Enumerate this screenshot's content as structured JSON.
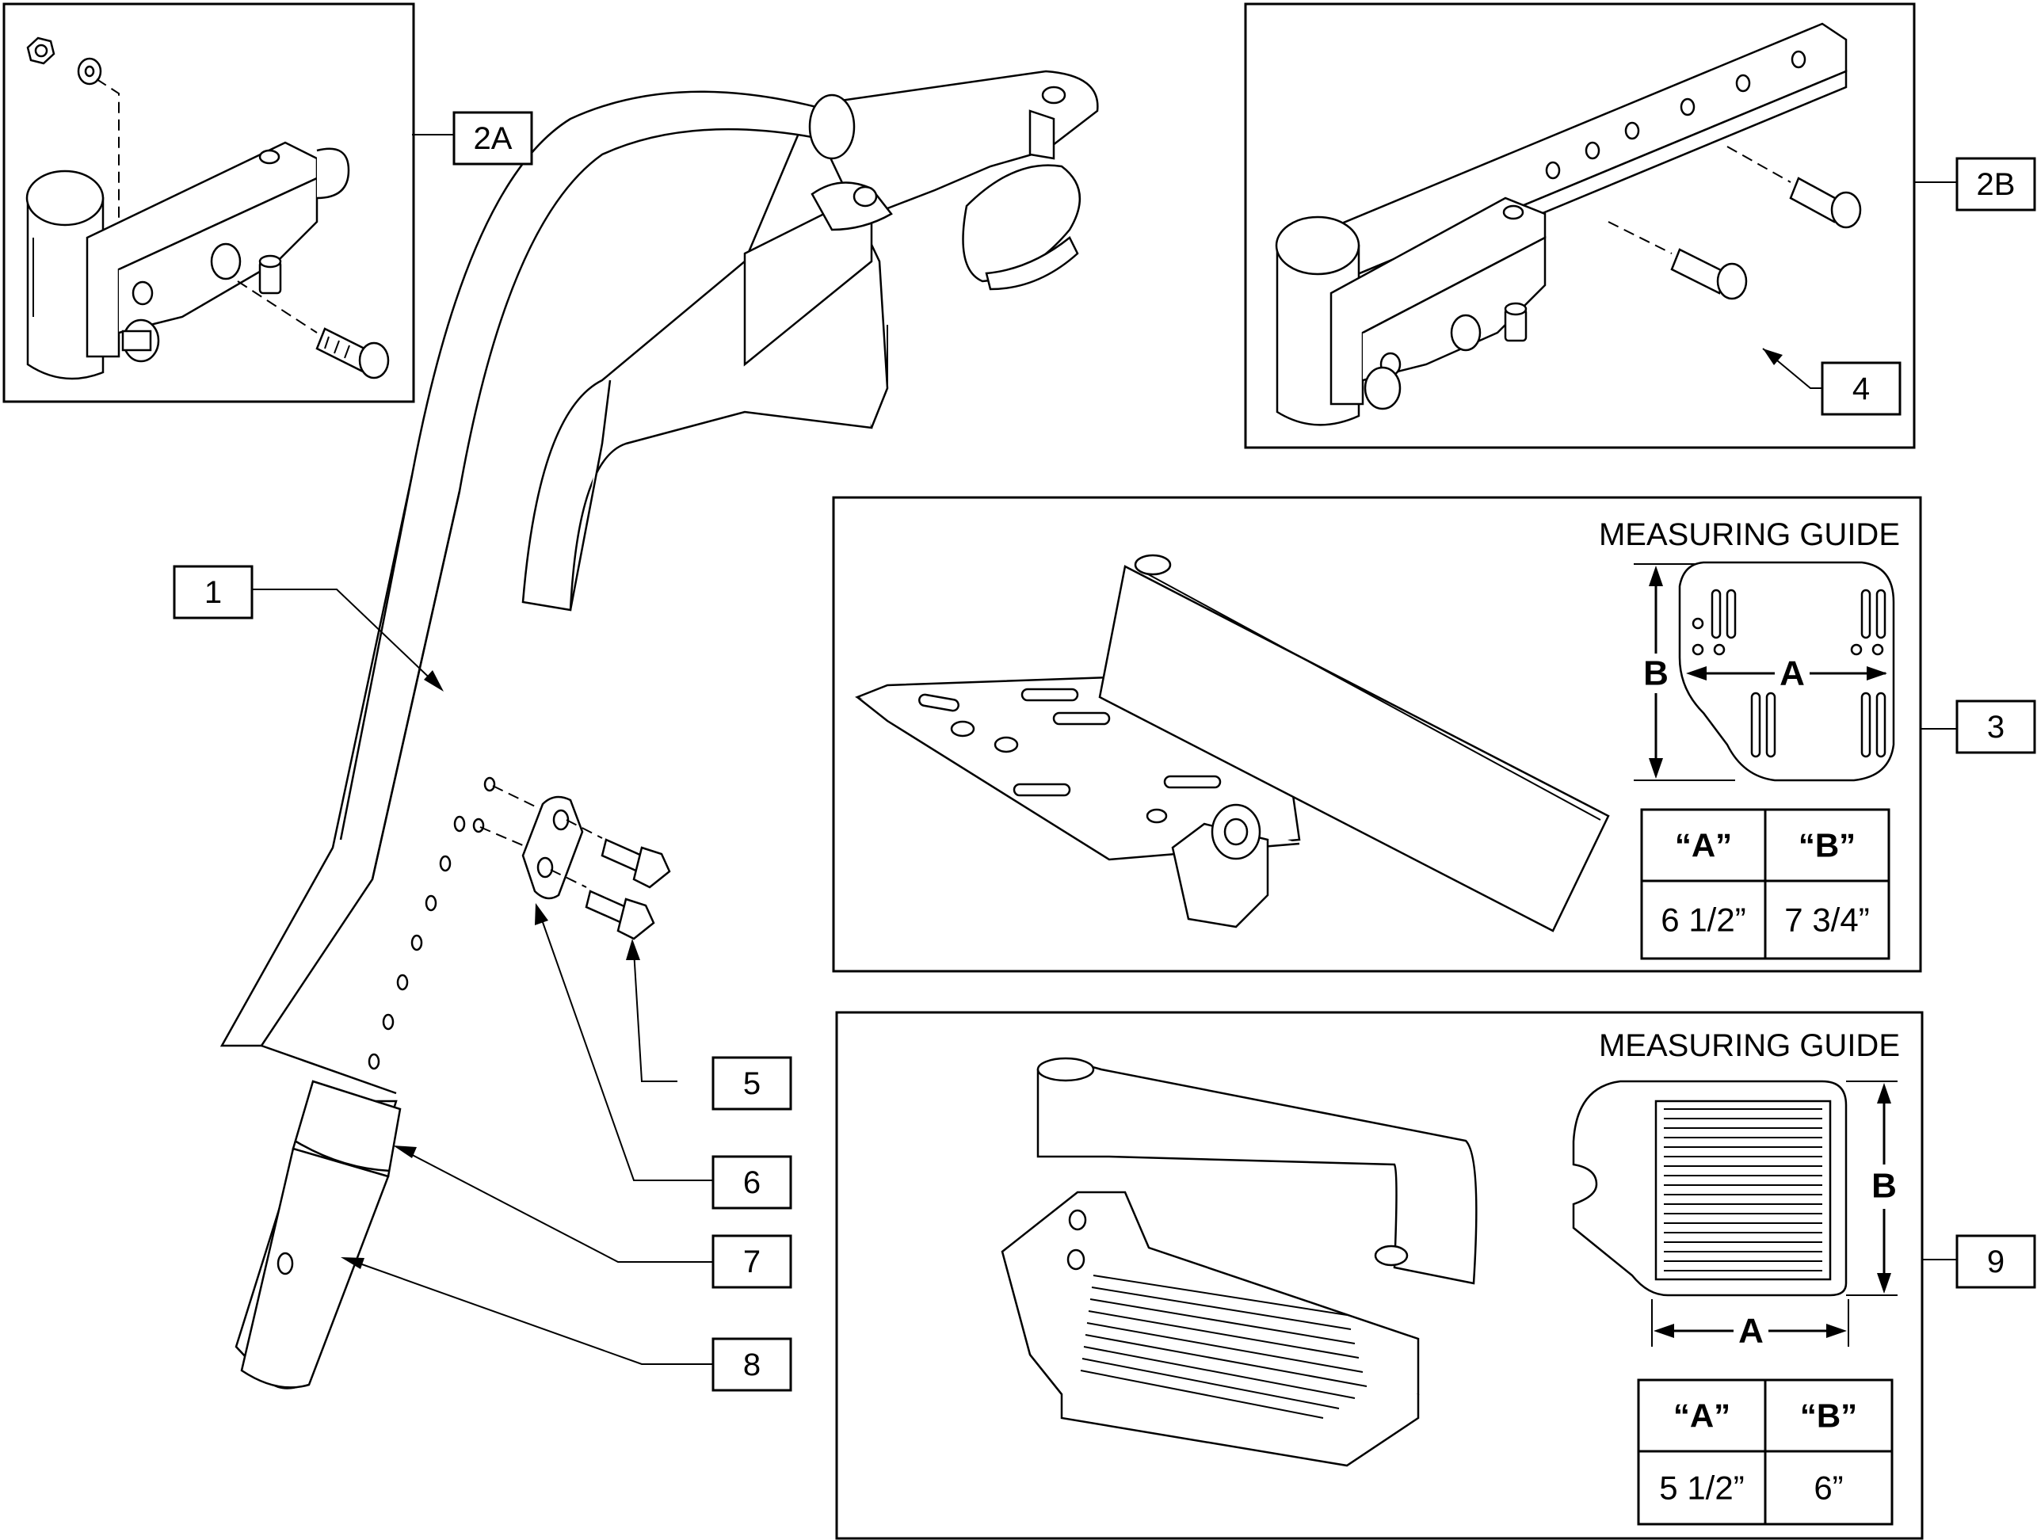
{
  "callouts": {
    "c1": "1",
    "c2a": "2A",
    "c2b": "2B",
    "c3": "3",
    "c4": "4",
    "c5": "5",
    "c6": "6",
    "c7": "7",
    "c8": "8",
    "c9": "9"
  },
  "guide_footplate_3": {
    "title": "MEASURING GUIDE",
    "dim_a": "A",
    "dim_b": "B",
    "table": {
      "header_a": "“A”",
      "header_b": "“B”",
      "value_a": "6 1/2”",
      "value_b": "7 3/4”"
    }
  },
  "guide_footplate_9": {
    "title": "MEASURING GUIDE",
    "dim_a": "A",
    "dim_b": "B",
    "table": {
      "header_a": "“A”",
      "header_b": "“B”",
      "value_a": "5 1/2”",
      "value_b": "6”"
    }
  },
  "icons": {
    "hanger": "footrest-hanger-drawing",
    "bracket_2a": "mounting-bracket-drawing",
    "bracket_2b": "extended-bracket-drawing",
    "footplate_3": "angle-adjustable-footplate-drawing",
    "footplate_9": "standard-footplate-drawing"
  }
}
